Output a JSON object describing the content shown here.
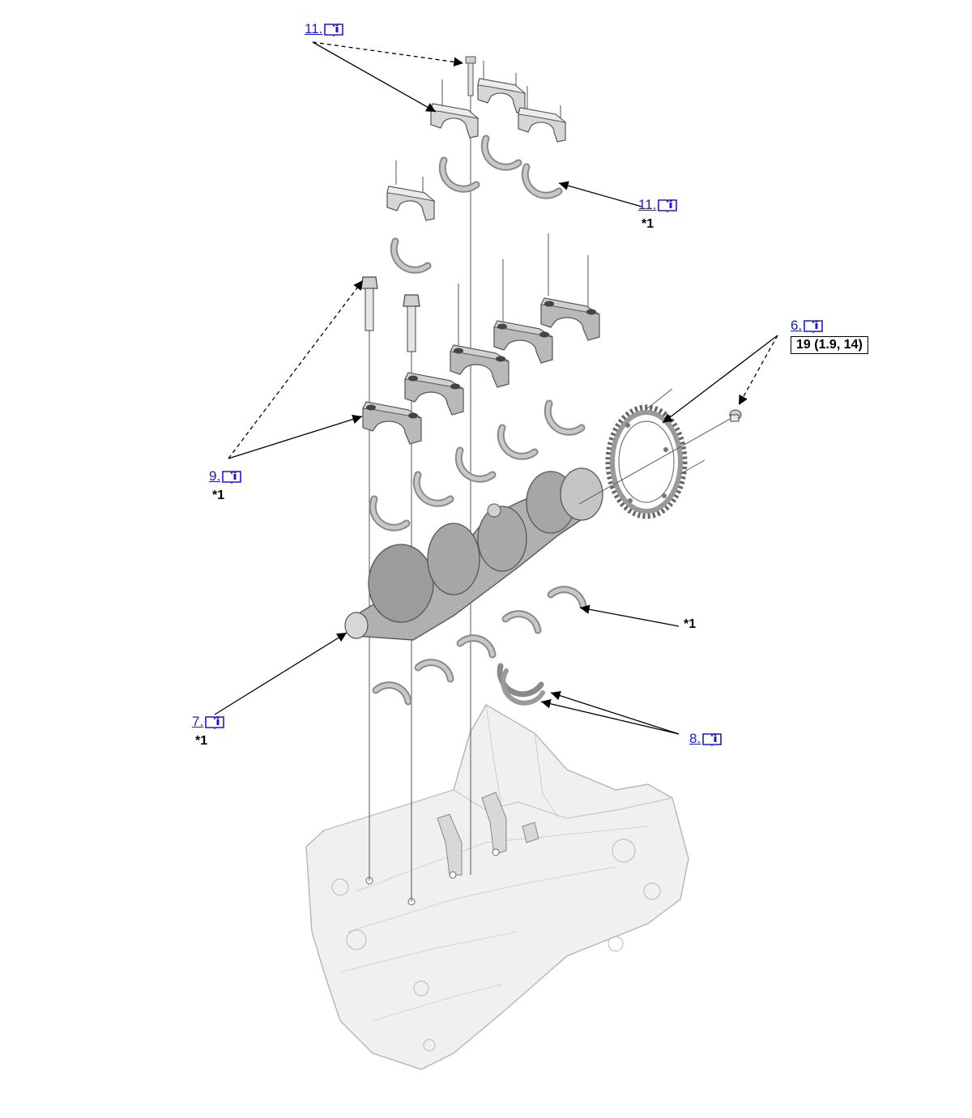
{
  "callouts": {
    "c11_top": {
      "ref": "11."
    },
    "c11_right": {
      "ref": "11.",
      "note": "*1"
    },
    "c6": {
      "ref": "6.",
      "torque": "19 (1.9, 14)"
    },
    "c9": {
      "ref": "9.",
      "note": "*1"
    },
    "c_star": {
      "note": "*1"
    },
    "c7": {
      "ref": "7.",
      "note": "*1"
    },
    "c8": {
      "ref": "8."
    }
  },
  "icons": {
    "manual": "book-info-icon"
  },
  "colors": {
    "link": "#1a1ad6",
    "part_fill": "#dcdcdc",
    "part_stroke": "#7a7a7a",
    "block_fill": "#efefef"
  }
}
